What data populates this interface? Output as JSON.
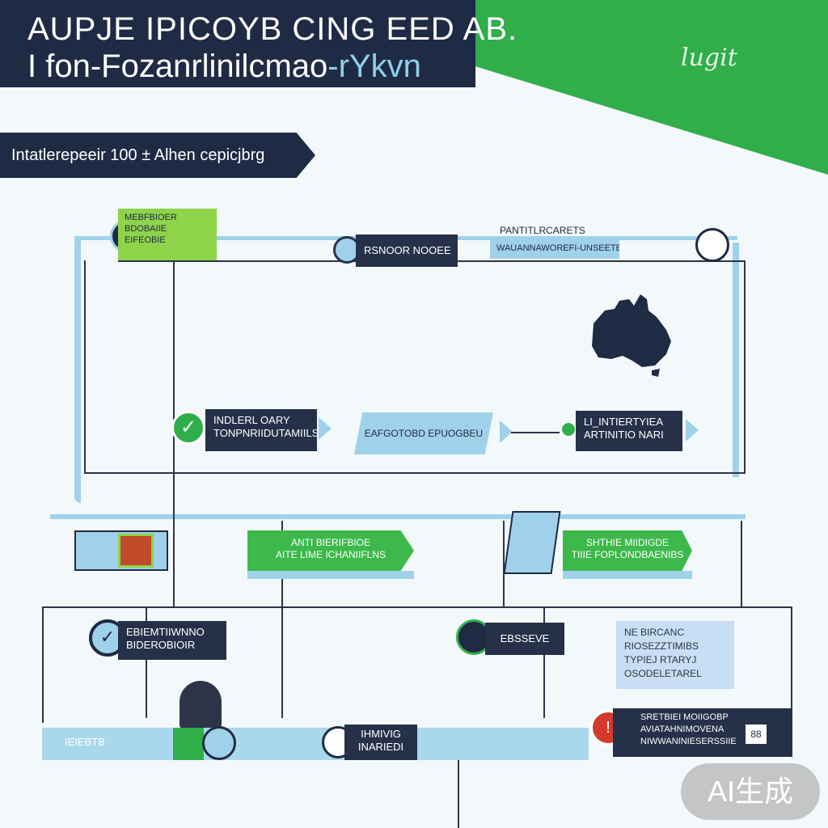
{
  "header": {
    "title_line1": "AUPJE IPICOYB CING EED AB.",
    "title_line2_a": "I fon-",
    "title_line2_b": "Fozanrlinilcmao",
    "title_line2_c": "-rYkvn",
    "logo": "lugit"
  },
  "subtitle": "Intatlerepeeir 100 ± Alhen cepicjbrg",
  "nodes": {
    "top_lime": "MEBFBIOER\nBDOBAIIE\nEIFEOBIE",
    "top_center": "RSNOOR NOOEE",
    "top_right_label": "PANTITLRCARETS",
    "top_right_bar": "WAUANNAWOREFI-UNSEETE",
    "mid_left_1": "INDLERL OARY",
    "mid_left_2": "TONPNRIIDUTAMIILS",
    "mid_center": "EAFGOTOBD EPUOGBEU",
    "mid_right_1": "LI_INTIERTYIEA",
    "mid_right_2": "ARTINITIO NARI",
    "row3_green_a": "ANTI BIERIFBIOE\nAITE LIME ICHANIIFLNS",
    "row3_green_b": "SHTHIE MIIDIGDE\nTIIIE FOPLONDBAENIBS",
    "row4_left_1": "EBIEMTIIWNNO",
    "row4_left_2": "BIDEROBIOIR",
    "row4_center": "EBSSEVE",
    "row4_right": "NE BIRCANC\nRIOSEZZTIMIBS\nTYPIEJ RTARYJ\nOSODELETAREL",
    "bottom_left": "IEIEBTB",
    "bottom_center_1": "IHMIVIG",
    "bottom_center_2": "INARIEDI",
    "bottom_right_1": "SRETBIEI MOIIGOBP",
    "bottom_right_2": "AVIATAHNIMOVENA",
    "bottom_right_3": "NIWWANINIESERSSIIE",
    "bottom_right_tag": "88"
  },
  "badge": "AI生成",
  "colors": {
    "navy": "#1f2a44",
    "green": "#2fae4a",
    "lightblue": "#9fd2ea",
    "lime": "#8fd34a"
  }
}
